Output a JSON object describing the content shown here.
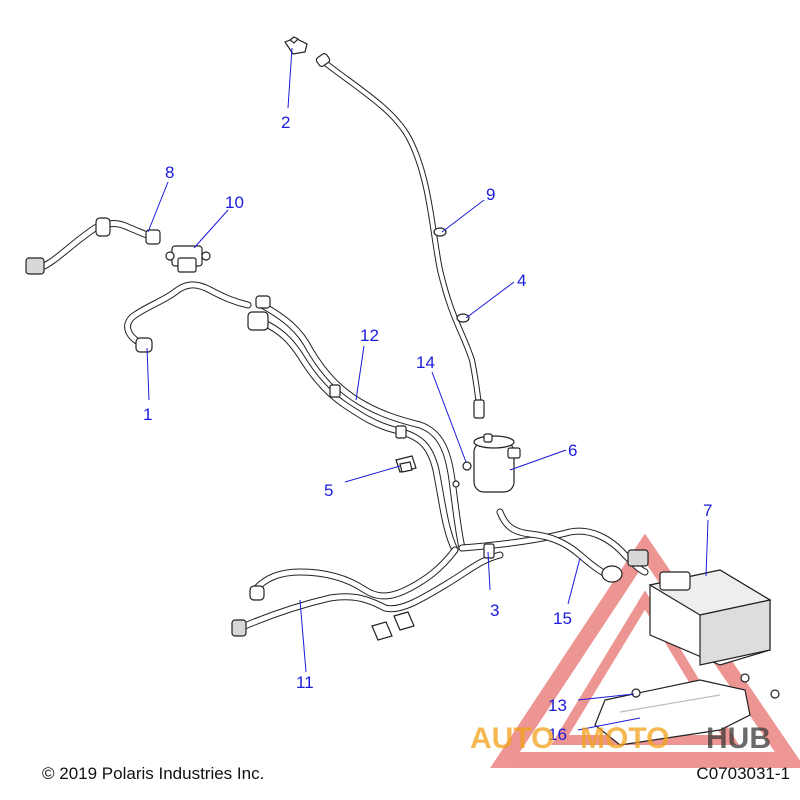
{
  "callouts": {
    "c1": "1",
    "c2": "2",
    "c3": "3",
    "c4": "4",
    "c5": "5",
    "c6": "6",
    "c7": "7",
    "c8": "8",
    "c9": "9",
    "c10": "10",
    "c11": "11",
    "c12": "12",
    "c13": "13",
    "c14": "14",
    "c15": "15",
    "c16": "16"
  },
  "watermark": {
    "part1": "AUTO",
    "part2": "MOTO",
    "part3": "HUB",
    "color_primary": "#f2a11a",
    "color_secondary": "#e0403a",
    "color_tertiary": "#3a3a3a"
  },
  "footer": {
    "copyright": "© 2019 Polaris Industries Inc.",
    "figure_id": "C0703031-1"
  },
  "colors": {
    "callout": "#1a1adc",
    "line_art": "#222222"
  }
}
